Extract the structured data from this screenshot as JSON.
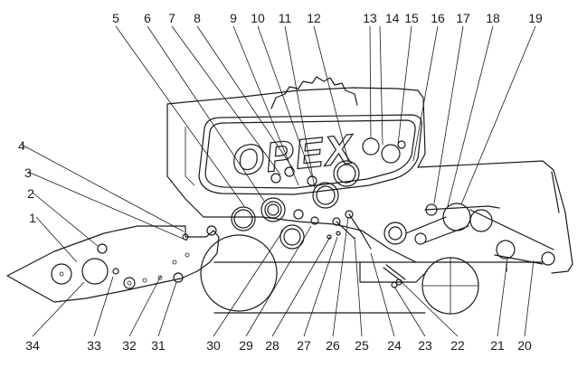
{
  "watermark": {
    "text": "OPEX"
  },
  "callouts": {
    "n1": "1",
    "n2": "2",
    "n3": "3",
    "n4": "4",
    "n5": "5",
    "n6": "6",
    "n7": "7",
    "n8": "8",
    "n9": "9",
    "n10": "10",
    "n11": "11",
    "n12": "12",
    "n13": "13",
    "n14": "14",
    "n15": "15",
    "n16": "16",
    "n17": "17",
    "n18": "18",
    "n19": "19",
    "n20": "20",
    "n21": "21",
    "n22": "22",
    "n23": "23",
    "n24": "24",
    "n25": "25",
    "n26": "26",
    "n27": "27",
    "n28": "28",
    "n29": "29",
    "n30": "30",
    "n31": "31",
    "n32": "32",
    "n33": "33",
    "n34": "34"
  }
}
